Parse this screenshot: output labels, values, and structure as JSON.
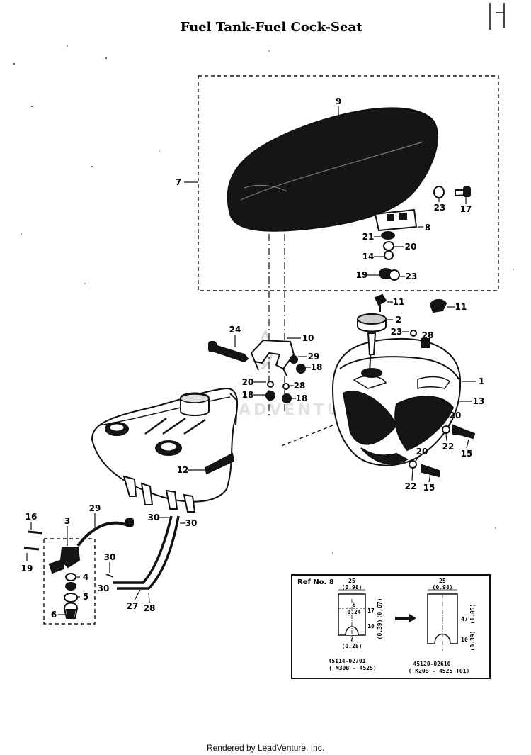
{
  "title": "Fuel Tank-Fuel Cock-Seat",
  "footer": "Rendered by LeadVenture, Inc.",
  "watermark": "LEADVENTURE",
  "callouts": {
    "c9": "9",
    "c7": "7",
    "c23a": "23",
    "c17": "17",
    "c8": "8",
    "c21": "21",
    "c20a": "20",
    "c14": "14",
    "c19": "19",
    "c23b": "23",
    "c11a": "11",
    "c2": "2",
    "c11b": "11",
    "c23c": "23",
    "c28a": "28",
    "c24": "24",
    "c10": "10",
    "c29": "29",
    "c18a": "18",
    "c28b": "28",
    "c18b": "18",
    "c20b": "20",
    "c18c": "18",
    "c1": "1",
    "c13": "13",
    "c20c": "20",
    "c22a": "22",
    "c15a": "15",
    "c20d": "20",
    "c22b": "22",
    "c15b": "15",
    "c12": "12",
    "c16": "16",
    "c3": "3",
    "c29b": "29",
    "c30a": "30",
    "c30b": "30",
    "c19b": "19",
    "c30c": "30",
    "c4": "4",
    "c30d": "30",
    "c5": "5",
    "c6": "6",
    "c27": "27",
    "c28c": "28"
  },
  "ref_box": {
    "label": "Ref  No. 8",
    "old_dims": {
      "w1": "25",
      "w1_in": "(0.98)",
      "d1": "6",
      "d1_in": "0.24",
      "h1": "17",
      "h1_in": "(0.67)",
      "h2": "10",
      "h2_in": "(0.39)",
      "r1_in": "(0.28)",
      "r1": "7"
    },
    "new_dims": {
      "w1": "25",
      "w1_in": "(0.98)",
      "h1": "47",
      "h1_in": "(1.85)",
      "h2": "10",
      "h2_in": "(0.39)"
    },
    "old_part": "45114-02701",
    "old_model": "( M30B - 4525)",
    "new_part": "45120-02610",
    "new_model": "( K20B - 4525 T01)"
  }
}
